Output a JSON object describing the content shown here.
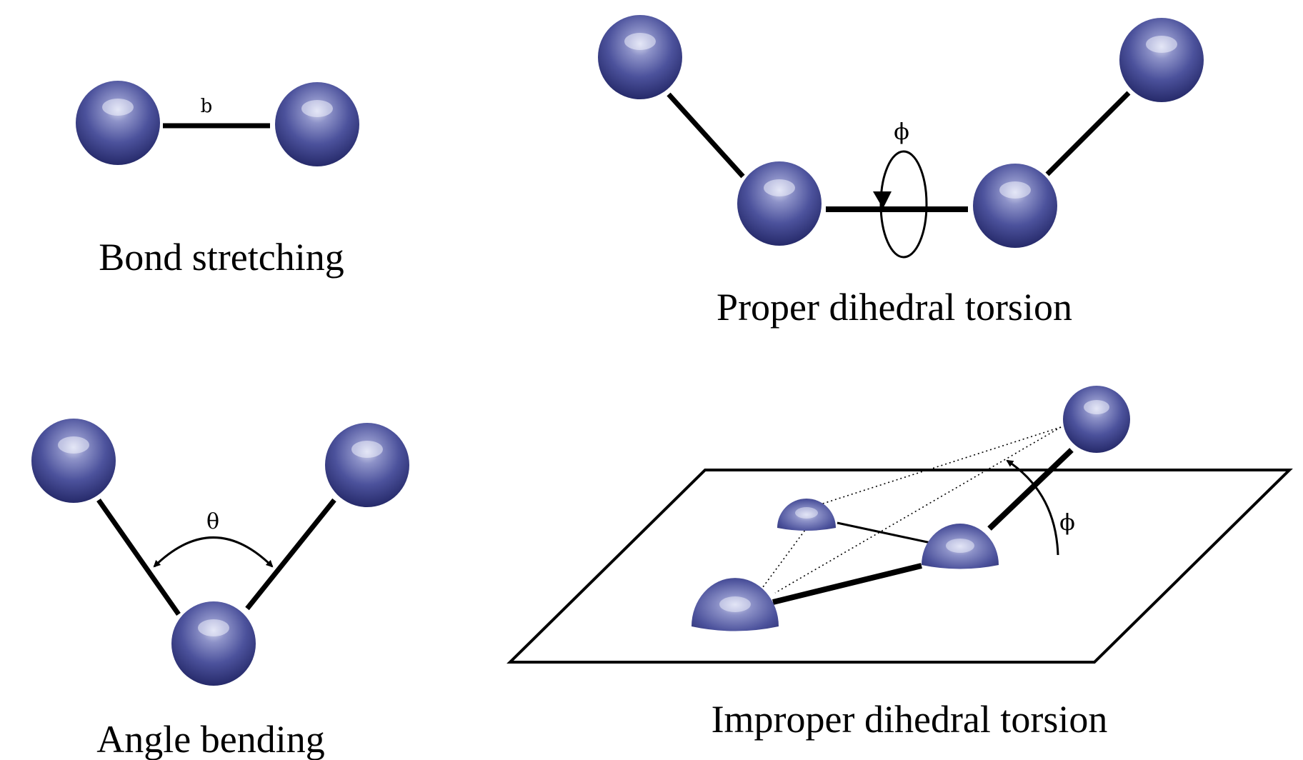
{
  "panels": {
    "bond_stretching": {
      "caption": "Bond stretching",
      "symbol": "b"
    },
    "proper_dihedral": {
      "caption": "Proper dihedral torsion",
      "symbol": "ϕ"
    },
    "angle_bending": {
      "caption": "Angle bending",
      "symbol": "θ"
    },
    "improper_dihedral": {
      "caption": "Improper dihedral torsion",
      "symbol": "ϕ"
    }
  },
  "colors": {
    "atom_light": "#c9cde8",
    "atom_mid": "#5a61a8",
    "atom_dark": "#2a2f72",
    "line": "#000000"
  }
}
